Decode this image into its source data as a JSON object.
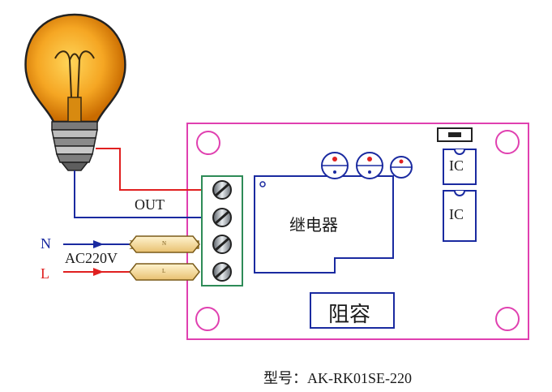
{
  "labels": {
    "out": "OUT",
    "n": "N",
    "l": "L",
    "voltage": "AC220V",
    "relay": "继电器",
    "resistor_capacitor": "阻容",
    "ic_top": "IC",
    "ic_bottom": "IC",
    "model": "型号：AK-RK01SE-220",
    "plug_n": "N",
    "plug_l": "L"
  },
  "colors": {
    "board_outline": "#e040b0",
    "terminal_block": "#2e8b57",
    "wire_red": "#e02020",
    "wire_blue": "#1a2aa0",
    "plug_fill": "#f2d79a",
    "bulb_glow": "#f0a020"
  },
  "icons": [
    "light-bulb-icon",
    "screw-terminal-icon",
    "potentiometer-icon",
    "led-icon",
    "ic-chip-icon"
  ]
}
